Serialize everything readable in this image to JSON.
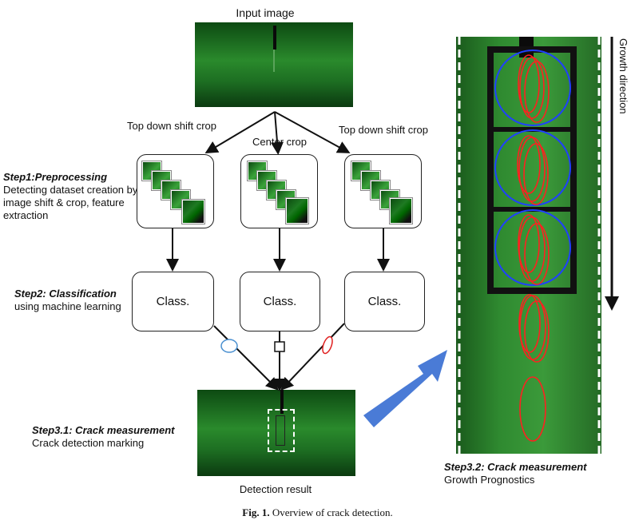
{
  "top": {
    "title": "Input image"
  },
  "crops": {
    "left": "Top down shift crop",
    "center": "Center crop",
    "right": "Top down shift crop"
  },
  "step1": {
    "title": "Step1:Preprocessing",
    "desc": "Detecting dataset creation by image shift & crop, feature extraction"
  },
  "step2": {
    "title": "Step2: Classification",
    "desc": "using machine learning"
  },
  "classify": {
    "label": "Class."
  },
  "step31": {
    "title": "Step3.1: Crack measurement",
    "desc": "Crack detection marking"
  },
  "detection": {
    "label": "Detection result"
  },
  "growth": {
    "label": "Growth direction"
  },
  "step32": {
    "title": "Step3.2: Crack measurement",
    "desc": "Growth Prognostics"
  },
  "caption": {
    "fig": "Fig. 1.",
    "text": "Overview of crack detection."
  },
  "colors": {
    "green": "#2a8a2c",
    "blue": "#2040ff",
    "red": "#ff2020",
    "arrow": "#4a7bd6"
  }
}
